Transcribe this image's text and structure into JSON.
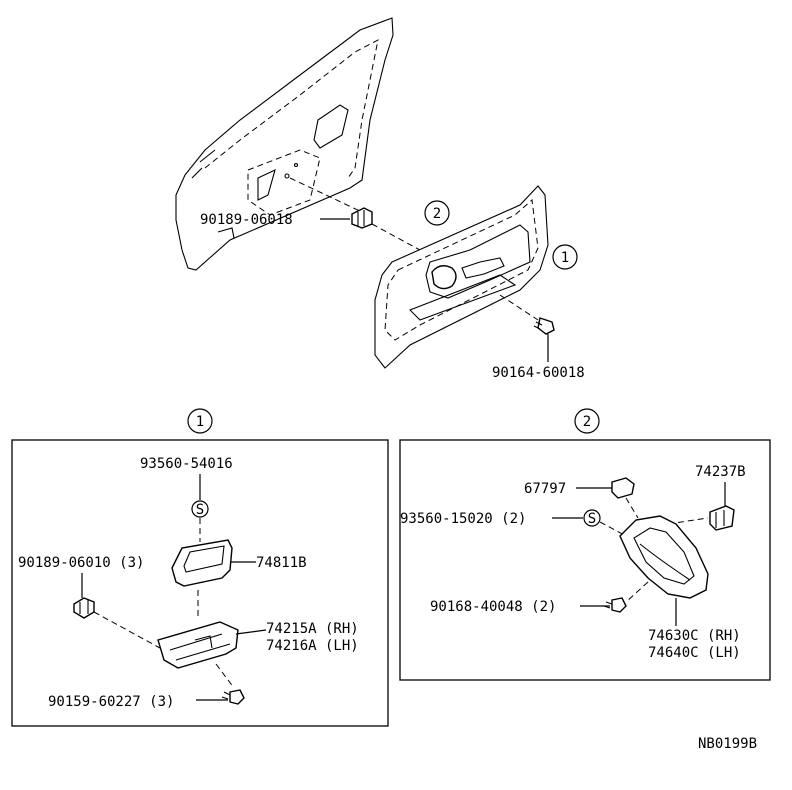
{
  "callouts": {
    "one": "1",
    "two": "2"
  },
  "top": {
    "door_clip": "90189-06018",
    "trim_screw": "90164-60018"
  },
  "panel1": {
    "cap": "93560-54016",
    "cap_symbol": "S",
    "clip": "90189-06010 (3)",
    "bezel": "74811B",
    "bracket_rh": "74215A (RH)",
    "bracket_lh": "74216A (LH)",
    "screw": "90159-60227 (3)"
  },
  "panel2": {
    "retainer": "67797",
    "clip_right": "74237B",
    "cap": "93560-15020 (2)",
    "cap_symbol": "S",
    "screw": "90168-40048 (2)",
    "bezel_rh": "74630C (RH)",
    "bezel_lh": "74640C (LH)"
  },
  "drawing_code": "NB0199B"
}
